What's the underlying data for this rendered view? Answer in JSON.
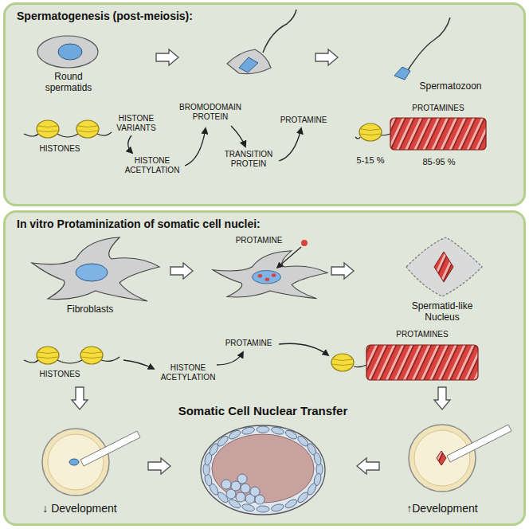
{
  "diagram": {
    "nodes": [
      {
        "text": [
          "Spermatogenesis (post-meiosis):"
        ]
      },
      {
        "text": [
          "In vitro Protaminization of somatic cell nuclei:"
        ]
      }
    ],
    "labels": [
      "Round spermatids",
      "Spermatozoon",
      "HISTONE VARIANTS",
      "BROMODOMAIN PROTEIN",
      "PROTAMINE",
      "PROTAMINES",
      "HISTONES",
      "HISTONE ACETYLATION",
      "TRANSITION PROTEIN",
      "5-15 %",
      "85-95 %",
      "Fibroblasts",
      "PROTAMINE",
      "Spermatid-like Nucleus",
      "HISTONES",
      "PROTAMINE",
      "PROTAMINES",
      "HISTONE ACETYLATION",
      "Somatic Cell Nuclear Transfer",
      "↓ Development",
      "↑Development"
    ]
  }
}
